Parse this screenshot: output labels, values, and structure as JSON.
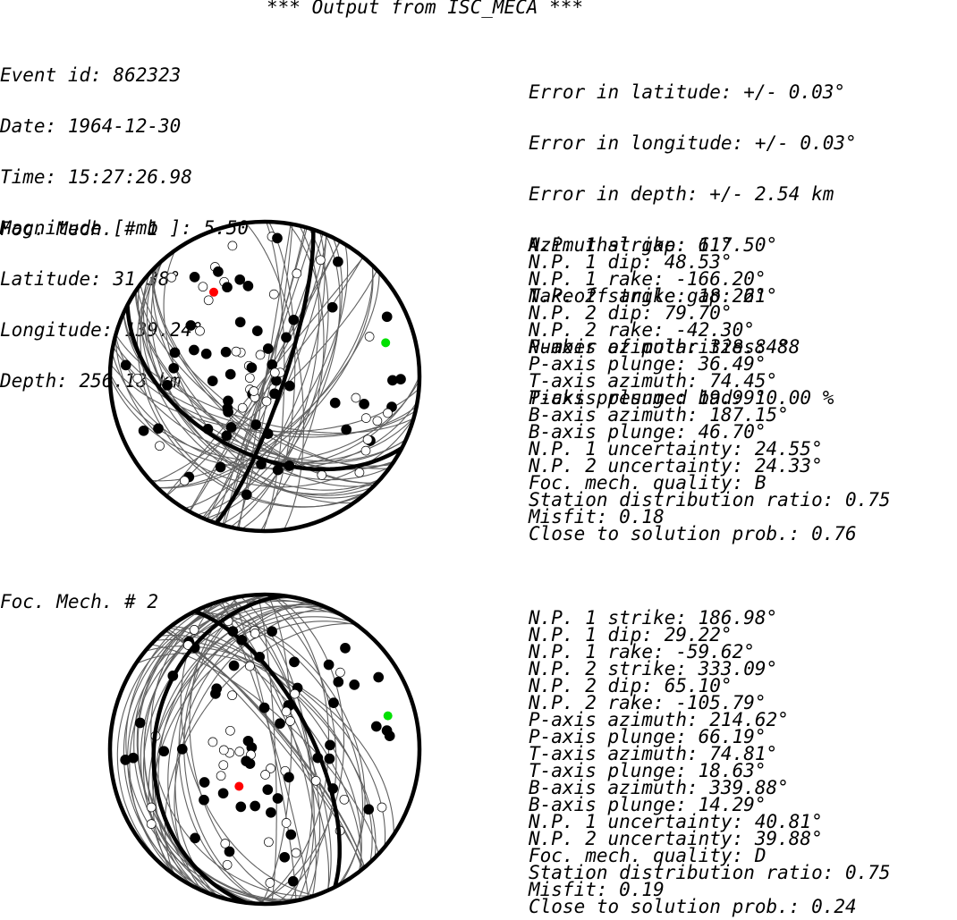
{
  "header": "*** Output from ISC_MECA ***",
  "event_info": [
    "Event id: 862323",
    "Date: 1964-12-30",
    "Time: 15:27:26.98",
    "Magnitude [ mb ]: 5.50",
    "Latitude: 31.38°",
    "Longitude: 139.24°",
    "Depth: 256.18 km"
  ],
  "error_info": [
    "Error in latitude: +/- 0.03°",
    "Error in longitude: +/- 0.03°",
    "Error in depth: +/- 2.54 km",
    "Azimuthal gap: 61°",
    "Takeoff angle gap: 21°",
    "Number of polarities: 88",
    "Picks presumed bad: 10.00 %"
  ],
  "mechanisms": [
    {
      "label": "Foc. Mech. # 1",
      "params": [
        "N.P. 1 strike: 117.50°",
        "N.P. 1 dip: 48.53°",
        "N.P. 1 rake: -166.20°",
        "N.P. 2 strike: 18.26°",
        "N.P. 2 dip: 79.70°",
        "N.P. 2 rake: -42.30°",
        "P-axis azimuth: 328.84°",
        "P-axis plunge: 36.49°",
        "T-axis azimuth: 74.45°",
        "T-axis plunge: 19.99°",
        "B-axis azimuth: 187.15°",
        "B-axis plunge: 46.70°",
        "N.P. 1 uncertainty: 24.55°",
        "N.P. 2 uncertainty: 24.33°",
        "Foc. mech. quality: B",
        "Station distribution ratio: 0.75",
        "Misfit: 0.18",
        "Close to solution prob.: 0.76"
      ],
      "plane_strikes": [
        117.5,
        18.26
      ],
      "plane_dips": [
        48.53,
        79.7
      ],
      "p_axis": [
        328.84,
        36.49
      ],
      "t_axis": [
        74.45,
        19.99
      ]
    },
    {
      "label": "Foc. Mech. # 2",
      "params": [
        "N.P. 1 strike: 186.98°",
        "N.P. 1 dip: 29.22°",
        "N.P. 1 rake: -59.62°",
        "N.P. 2 strike: 333.09°",
        "N.P. 2 dip: 65.10°",
        "N.P. 2 rake: -105.79°",
        "P-axis azimuth: 214.62°",
        "P-axis plunge: 66.19°",
        "T-axis azimuth: 74.81°",
        "T-axis plunge: 18.63°",
        "B-axis azimuth: 339.88°",
        "B-axis plunge: 14.29°",
        "N.P. 1 uncertainty: 40.81°",
        "N.P. 2 uncertainty: 39.88°",
        "Foc. mech. quality: D",
        "Station distribution ratio: 0.75",
        "Misfit: 0.19",
        "Close to solution prob.: 0.24"
      ],
      "plane_strikes": [
        186.98,
        333.09
      ],
      "plane_dips": [
        29.22,
        65.1
      ],
      "p_axis": [
        214.62,
        66.19
      ],
      "t_axis": [
        74.81,
        18.63
      ]
    }
  ],
  "colors": {
    "text": "#000000",
    "nodal_plane": "#000000",
    "uncertainty_lines": "#606060",
    "compression": "#000000",
    "dilatation": "#ffffff",
    "p_axis": "#ff0000",
    "t_axis": "#00e000"
  }
}
